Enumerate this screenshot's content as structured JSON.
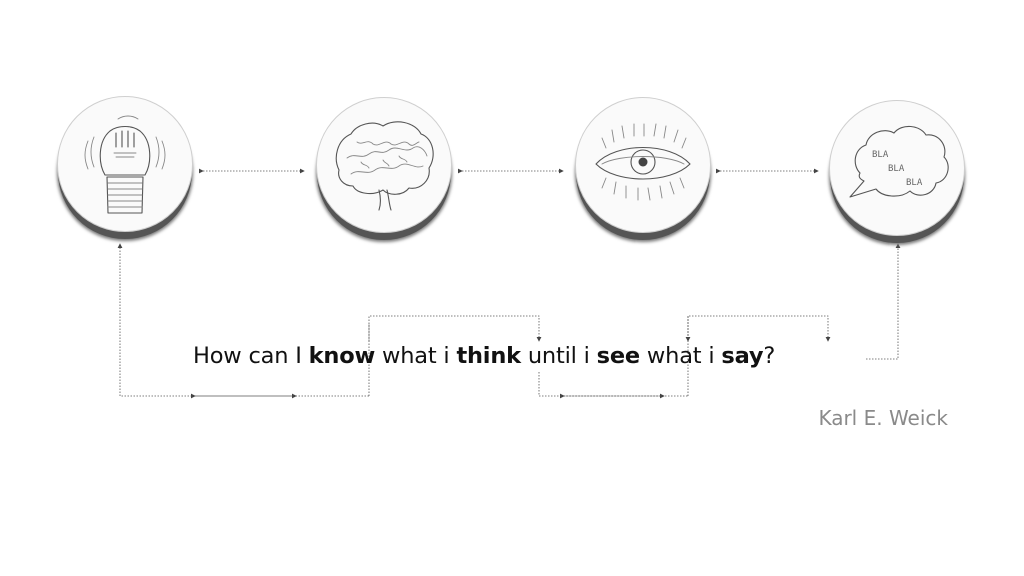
{
  "nodes": [
    {
      "icon": "lightbulb-icon"
    },
    {
      "icon": "brain-icon"
    },
    {
      "icon": "eye-icon"
    },
    {
      "icon": "speech-bubble-icon",
      "bubble_words": [
        "BLA",
        "BLA",
        "BLA"
      ]
    }
  ],
  "quote": {
    "p1": "How can I ",
    "w1": "know",
    "p2": " what i ",
    "w2": "think",
    "p3": " until i ",
    "w3": "see",
    "p4": " what i ",
    "w4": "say",
    "p5": "?"
  },
  "author": "Karl E. Weick",
  "colors": {
    "connector": "#444444",
    "quote": "#111111",
    "author": "#8a8a8a"
  }
}
